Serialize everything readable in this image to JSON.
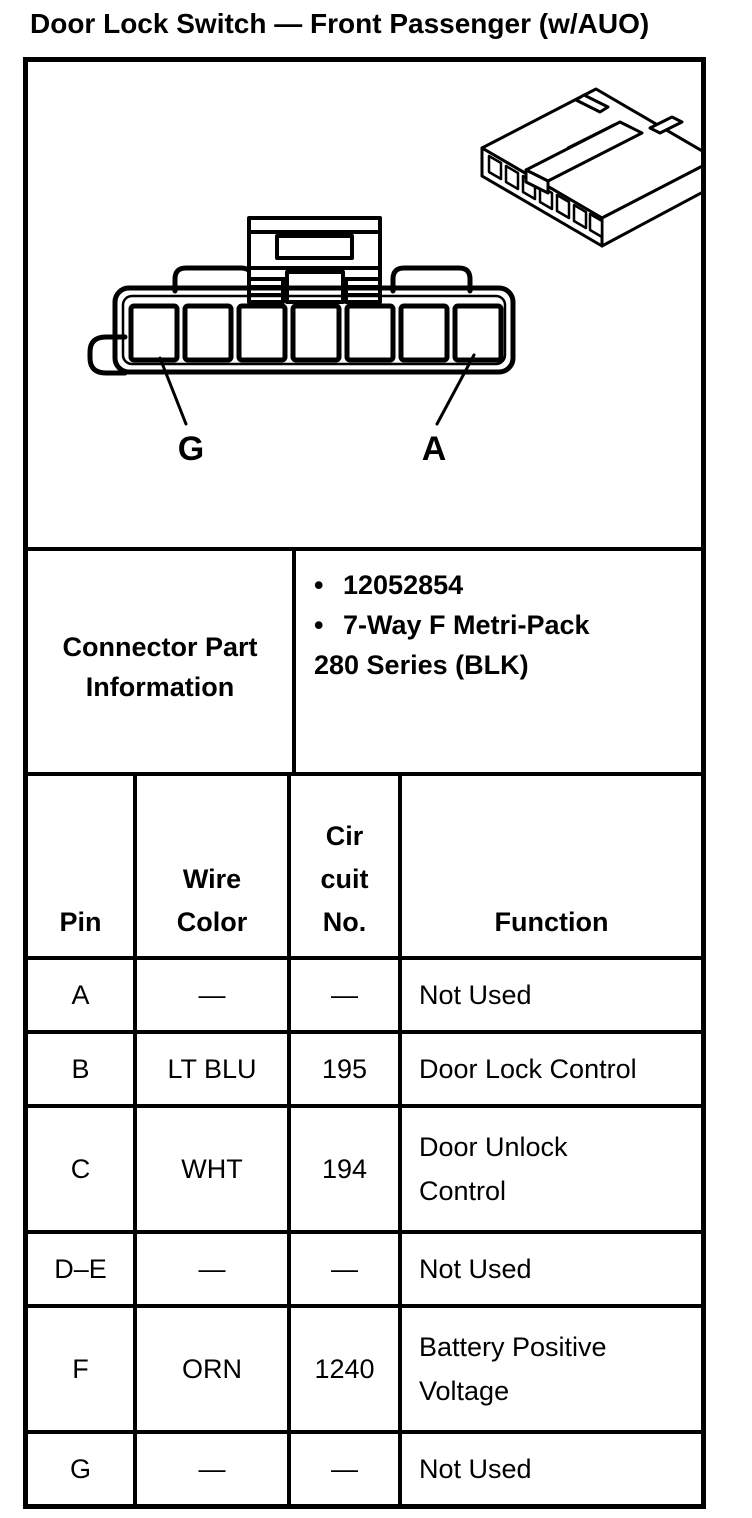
{
  "title": "Door Lock Switch — Front Passenger (w/AUO)",
  "diagram": {
    "description": "7-cavity connector face view with isometric connector view",
    "cavity_count": 7,
    "pin_label_left": "G",
    "pin_label_right": "A"
  },
  "part_info": {
    "label": "Connector Part\nInformation",
    "bullets": [
      "12052854",
      "7-Way F Metri-Pack"
    ],
    "continuation": "280 Series (BLK)"
  },
  "pin_table": {
    "headers": {
      "pin": "Pin",
      "wire_color": "Wire\nColor",
      "circuit_no": "Cir\ncuit\nNo.",
      "function": "Function"
    },
    "rows": [
      {
        "pin": "A",
        "wire_color": "—",
        "circuit_no": "—",
        "function": "Not Used"
      },
      {
        "pin": "B",
        "wire_color": "LT BLU",
        "circuit_no": "195",
        "function": "Door Lock Control"
      },
      {
        "pin": "C",
        "wire_color": "WHT",
        "circuit_no": "194",
        "function": "Door Unlock Control"
      },
      {
        "pin": "D–E",
        "wire_color": "—",
        "circuit_no": "—",
        "function": "Not Used"
      },
      {
        "pin": "F",
        "wire_color": "ORN",
        "circuit_no": "1240",
        "function": "Battery Positive Voltage"
      },
      {
        "pin": "G",
        "wire_color": "—",
        "circuit_no": "—",
        "function": "Not Used"
      }
    ]
  },
  "colors": {
    "ink": "#000000",
    "paper": "#ffffff"
  }
}
